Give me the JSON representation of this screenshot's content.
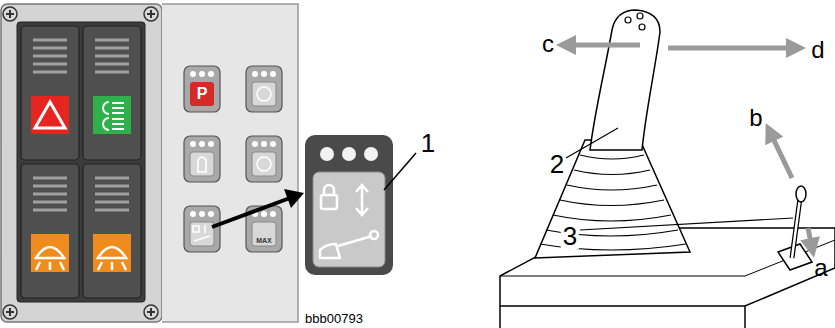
{
  "diagram": {
    "labels": [
      "1",
      "bbb00793",
      "2",
      "3",
      "a",
      "b",
      "c",
      "d",
      "P",
      "MAX"
    ]
  }
}
